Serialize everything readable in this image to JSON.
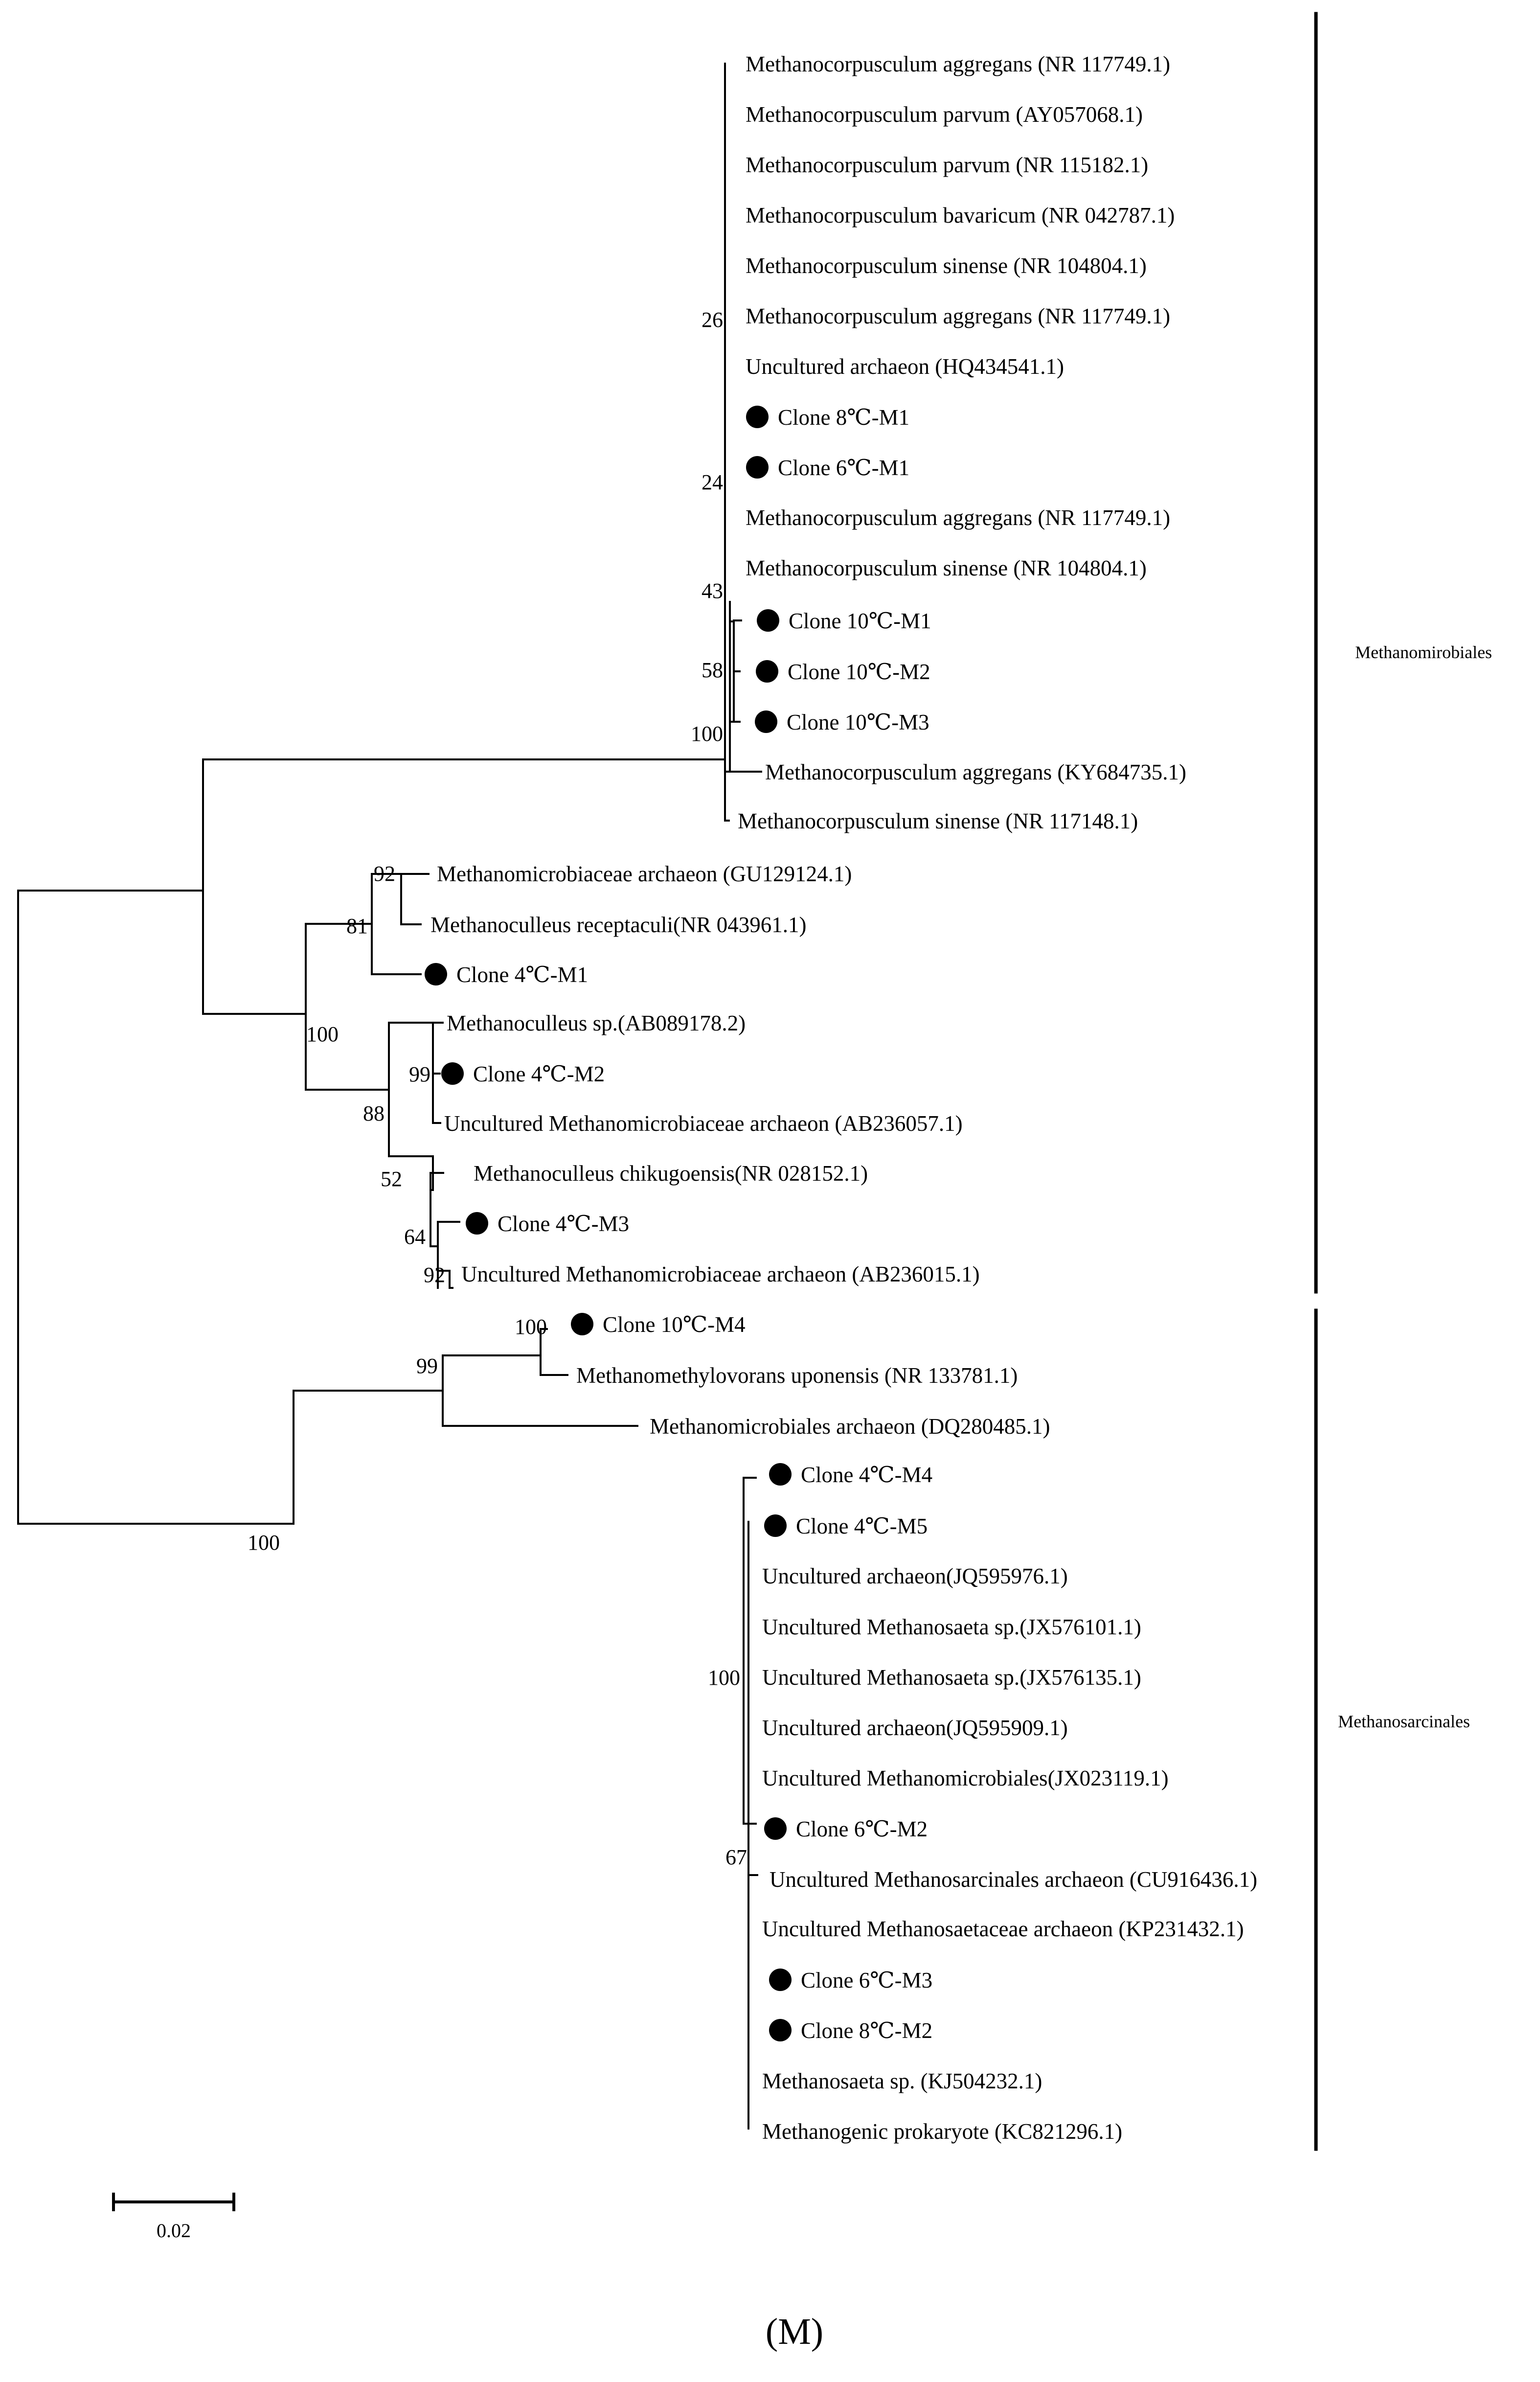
{
  "leaves": [
    {
      "label": "Methanocorpusculum aggregans (NR 117749.1)",
      "marker": false
    },
    {
      "label": "Methanocorpusculum parvum (AY057068.1)",
      "marker": false
    },
    {
      "label": "Methanocorpusculum parvum (NR 115182.1)",
      "marker": false
    },
    {
      "label": "Methanocorpusculum bavaricum (NR 042787.1)",
      "marker": false
    },
    {
      "label": "Methanocorpusculum sinense (NR 104804.1)",
      "marker": false
    },
    {
      "label": "Methanocorpusculum aggregans (NR 117749.1)",
      "marker": false
    },
    {
      "label": "Uncultured archaeon (HQ434541.1)",
      "marker": false
    },
    {
      "label": "Clone 8℃-M1",
      "marker": true
    },
    {
      "label": "Clone 6℃-M1",
      "marker": true
    },
    {
      "label": "Methanocorpusculum aggregans (NR 117749.1)",
      "marker": false
    },
    {
      "label": "Methanocorpusculum sinense (NR 104804.1)",
      "marker": false
    },
    {
      "label": "Clone 10℃-M1",
      "marker": true
    },
    {
      "label": "Clone 10℃-M2",
      "marker": true
    },
    {
      "label": "Clone 10℃-M3",
      "marker": true
    },
    {
      "label": "Methanocorpusculum aggregans (KY684735.1)",
      "marker": false
    },
    {
      "label": "Methanocorpusculum sinense (NR 117148.1)",
      "marker": false
    },
    {
      "label": "Methanomicrobiaceae archaeon (GU129124.1)",
      "marker": false
    },
    {
      "label": "Methanoculleus receptaculi(NR 043961.1)",
      "marker": false
    },
    {
      "label": "Clone 4℃-M1",
      "marker": true
    },
    {
      "label": "Methanoculleus sp.(AB089178.2)",
      "marker": false
    },
    {
      "label": "Clone 4℃-M2",
      "marker": true
    },
    {
      "label": "Uncultured Methanomicrobiaceae archaeon (AB236057.1)",
      "marker": false
    },
    {
      "label": "Methanoculleus chikugoensis(NR 028152.1)",
      "marker": false
    },
    {
      "label": "Clone 4℃-M3",
      "marker": true
    },
    {
      "label": "Uncultured Methanomicrobiaceae archaeon (AB236015.1)",
      "marker": false
    },
    {
      "label": "Clone 10℃-M4",
      "marker": true
    },
    {
      "label": "Methanomethylovorans uponensis (NR 133781.1)",
      "marker": false
    },
    {
      "label": "Methanomicrobiales archaeon (DQ280485.1)",
      "marker": false
    },
    {
      "label": "Clone 4℃-M4",
      "marker": true
    },
    {
      "label": "Clone 4℃-M5",
      "marker": true
    },
    {
      "label": "Uncultured archaeon(JQ595976.1)",
      "marker": false
    },
    {
      "label": "Uncultured Methanosaeta sp.(JX576101.1)",
      "marker": false
    },
    {
      "label": "Uncultured Methanosaeta sp.(JX576135.1)",
      "marker": false
    },
    {
      "label": "Uncultured archaeon(JQ595909.1)",
      "marker": false
    },
    {
      "label": "Uncultured Methanomicrobiales(JX023119.1)",
      "marker": false
    },
    {
      "label": "Clone 6℃-M2",
      "marker": true
    },
    {
      "label": "Uncultured Methanosarcinales archaeon (CU916436.1)",
      "marker": false
    },
    {
      "label": "Uncultured Methanosaetaceae archaeon (KP231432.1)",
      "marker": false
    },
    {
      "label": "Clone 6℃-M3",
      "marker": true
    },
    {
      "label": "Clone 8℃-M2",
      "marker": true
    },
    {
      "label": "Methanosaeta sp. (KJ504232.1)",
      "marker": false
    },
    {
      "label": "Methanogenic prokaryote (KC821296.1)",
      "marker": false
    }
  ],
  "bootstrap": [
    "26",
    "24",
    "43",
    "58",
    "100",
    "92",
    "81",
    "100",
    "99",
    "88",
    "52",
    "64",
    "92",
    "100",
    "99",
    "100",
    "100",
    "67"
  ],
  "groups": [
    "Methanomirobiales",
    "Methanosarcinales"
  ],
  "scale_bar": {
    "value": 0.02,
    "label": "0.02"
  },
  "panel_label": "(M)"
}
